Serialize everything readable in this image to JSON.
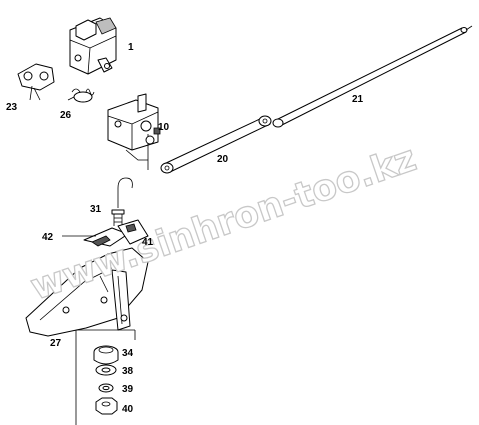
{
  "diagram": {
    "labels": {
      "p1": "1",
      "p10": "10",
      "p20": "20",
      "p21": "21",
      "p23": "23",
      "p26": "26",
      "p27": "27",
      "p31": "31",
      "p34": "34",
      "p38": "38",
      "p39": "39",
      "p40": "40",
      "p41": "41",
      "p42": "42"
    },
    "watermark": "www.sinhron-too.kz"
  }
}
